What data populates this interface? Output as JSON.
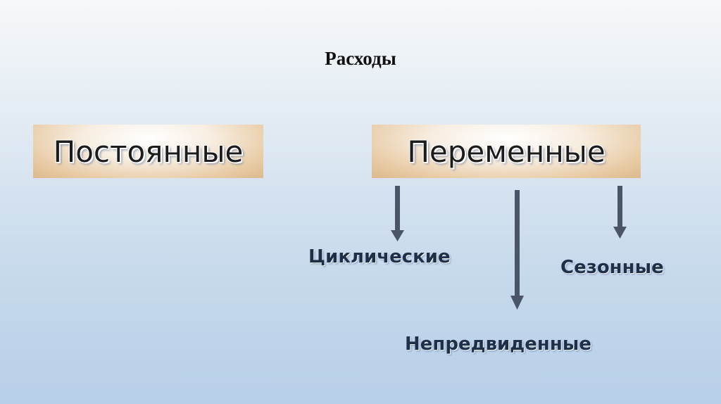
{
  "title": "Расходы",
  "categories": {
    "fixed": "Постоянные",
    "variable": "Переменные"
  },
  "variable_types": {
    "cyclic": "Циклические",
    "seasonal": "Сезонные",
    "unforeseen": "Непредвиденные"
  },
  "colors": {
    "box_fill": "#e7c9a2",
    "arrow": "#4a5568",
    "subtext": "#1e2f4a"
  }
}
